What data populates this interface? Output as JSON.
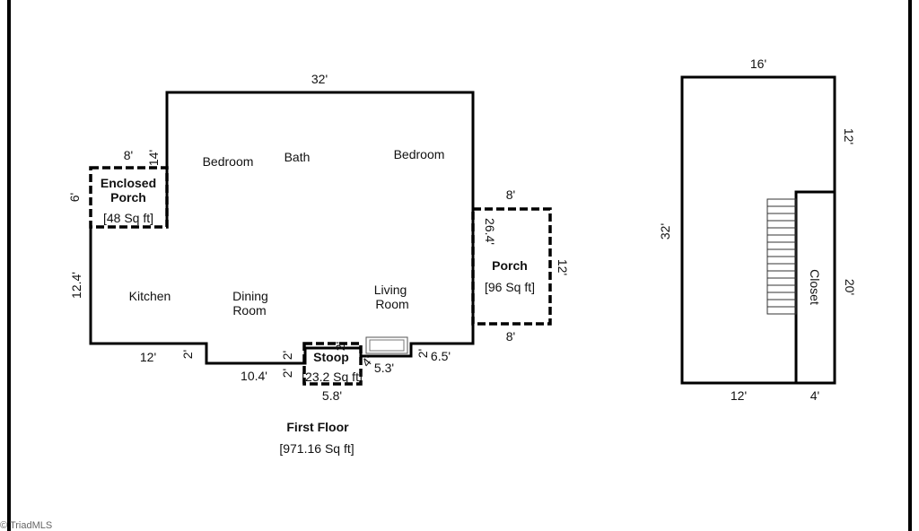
{
  "first_floor": {
    "title": "First Floor",
    "area": "[971.16 Sq ft]",
    "dims": {
      "top": "32'",
      "left_upper": "6'",
      "left_lower": "12.4'",
      "bottom_left": "12'",
      "step1": "2'",
      "bottom_mid": "10.4'",
      "stoop_side_a": "2'",
      "stoop_side_b": "2'",
      "stoop_width": "5.8'",
      "stoop_right_a": "2'",
      "stoop_right_b": "4'",
      "right_step": "5.3'",
      "right_small": "2'",
      "bottom_right": "6.5'",
      "enclosed_width": "8'",
      "enclosed_notch": "14'",
      "porch_top": "8'",
      "porch_bottom": "8'",
      "porch_right": "12'",
      "right_wall": "26.4'"
    },
    "rooms": {
      "bedroom_left": "Bedroom",
      "bath": "Bath",
      "bedroom_right": "Bedroom",
      "kitchen": "Kitchen",
      "dining_line1": "Dining",
      "dining_line2": "Room",
      "living_line1": "Living",
      "living_line2": "Room"
    },
    "enclosed_porch": {
      "line1": "Enclosed",
      "line2": "Porch",
      "area": "[48 Sq ft]"
    },
    "porch": {
      "name": "Porch",
      "area": "[96 Sq ft]"
    },
    "stoop": {
      "name": "Stoop",
      "area": "[23.2 Sq ft]"
    }
  },
  "second_plan": {
    "dims": {
      "top": "16'",
      "left": "32'",
      "right_upper": "12'",
      "right_lower": "20'",
      "bottom_left": "12'",
      "bottom_right": "4'"
    },
    "closet": "Closet"
  },
  "watermark": "© TriadMLS"
}
